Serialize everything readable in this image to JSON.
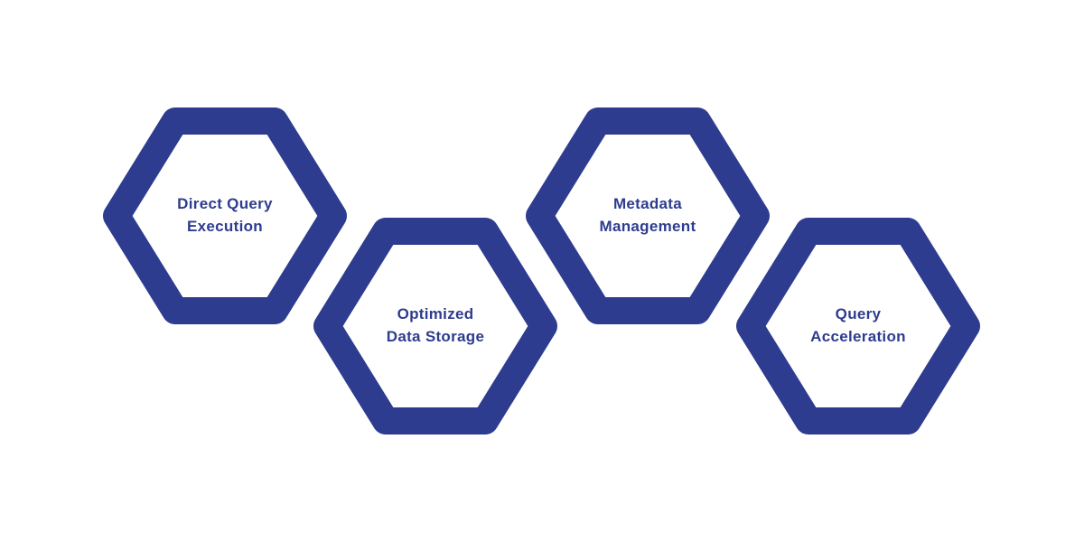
{
  "diagram": {
    "title": "",
    "items": [
      {
        "label": "Direct Query\nExecution"
      },
      {
        "label": "Optimized\nData Storage"
      },
      {
        "label": "Metadata\nManagement"
      },
      {
        "label": "Query\nAcceleration"
      }
    ]
  },
  "colors": {
    "accent": "#2d3c8e",
    "background": "#ffffff"
  }
}
